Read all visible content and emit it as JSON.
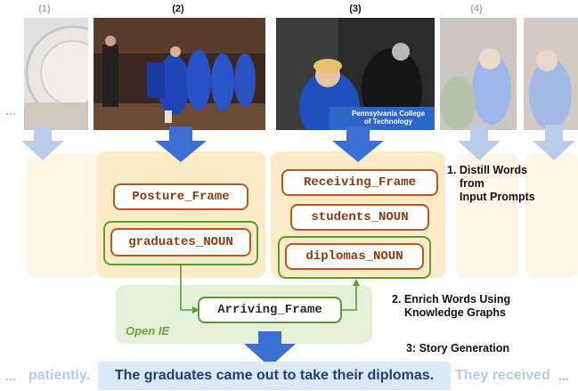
{
  "figure": {
    "image_numbers": [
      "(1)",
      "(2)",
      "(3)",
      "(4)"
    ],
    "sign_text": [
      "Pennsylvania College",
      "of Technology"
    ],
    "frames_left": [
      "Posture_Frame",
      "graduates_NOUN"
    ],
    "frames_right": [
      "Receiving_Frame",
      "students_NOUN",
      "diplomas_NOUN"
    ],
    "arriving_frame": "Arriving_Frame",
    "open_ie_label": "Open IE",
    "steps": {
      "step1": [
        "1. Distill Words",
        "from",
        "Input Prompts"
      ],
      "step2": [
        "2. Enrich Words Using",
        "Knowledge Graphs"
      ],
      "step3": "3: Story Generation"
    },
    "story": {
      "left_ellipsis": "...",
      "prev_fragment": "patiently.",
      "main_sentence": "The graduates came out to take their diplomas.",
      "next_fragment": "They received",
      "right_ellipsis": "..."
    },
    "ellipsis_mid": "...",
    "colors": {
      "blue_arrow": "#3b6fd4",
      "light_arrow": "#b9cdea",
      "frame_orange": "#b85a20",
      "frame_text": "#8a3b12",
      "green": "#5e9a35",
      "panel_peach": "#fdebc8",
      "green_panel": "#e4f1d8",
      "story_blue": "#dbe8f6",
      "story_text": "#1f3f73"
    }
  }
}
